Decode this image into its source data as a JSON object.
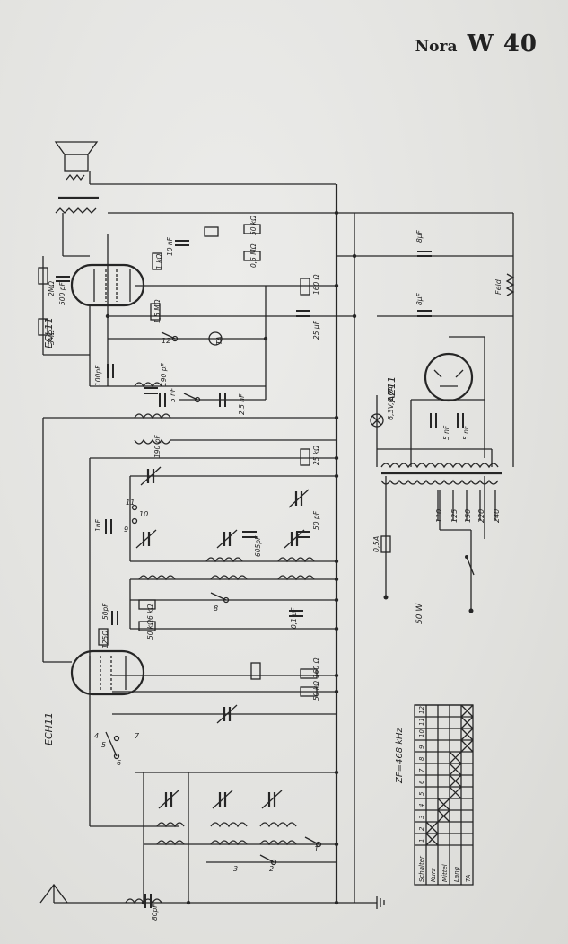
{
  "header": {
    "brand": "Nora",
    "model": "W 40"
  },
  "tubes": [
    {
      "id": "ECL11",
      "label": "ECL11"
    },
    {
      "id": "ECH11",
      "label": "ECH11"
    },
    {
      "id": "AZ11",
      "label": "AZ11"
    }
  ],
  "labels": {
    "pilot_lamp": "6,3V,0,6A",
    "fuse": "0,5A",
    "power": "50 W",
    "if_freq": "ZF=468 kHz",
    "field_coil": "Feld",
    "ta": "TA",
    "voltages": [
      "110",
      "125",
      "150",
      "220",
      "240"
    ]
  },
  "components": [
    "2MΩ",
    "500 pF",
    "3MΩ",
    "100pF",
    "190 pF",
    "5 nF",
    "2,5 nF",
    "10 nF",
    "1 kΩ",
    "50 kΩ",
    "0,5 MΩ",
    "1,5 MΩ",
    "160 Ω",
    "25 μF",
    "8μF",
    "8μF",
    "190 pF",
    "25 kΩ",
    "1nF",
    "605pF",
    "50 pF",
    "50pF",
    "6 kΩ",
    "50 kΩ",
    "125Ω",
    "0,1 μF",
    "160 Ω",
    "50 kΩ",
    "5 nF",
    "5 nF",
    "80pF"
  ],
  "switch_numbers": [
    "12",
    "11",
    "10",
    "9",
    "8",
    "7",
    "6",
    "5",
    "4",
    "3",
    "2",
    "1"
  ],
  "switch_table": {
    "header": "Schalter",
    "columns": [
      "1",
      "2",
      "3",
      "4",
      "5",
      "6",
      "7",
      "8",
      "9",
      "10",
      "11",
      "12"
    ],
    "rows": [
      {
        "label": "Kurz",
        "marks": [
          1,
          1,
          0,
          0,
          0,
          0,
          0,
          0,
          0,
          0,
          0,
          0
        ]
      },
      {
        "label": "Mittel",
        "marks": [
          0,
          0,
          1,
          1,
          0,
          0,
          0,
          0,
          0,
          0,
          0,
          0
        ]
      },
      {
        "label": "Lang",
        "marks": [
          0,
          0,
          0,
          0,
          1,
          1,
          1,
          1,
          0,
          0,
          0,
          0
        ]
      },
      {
        "label": "TA",
        "marks": [
          0,
          0,
          0,
          0,
          0,
          0,
          0,
          0,
          1,
          1,
          1,
          1
        ]
      }
    ]
  }
}
